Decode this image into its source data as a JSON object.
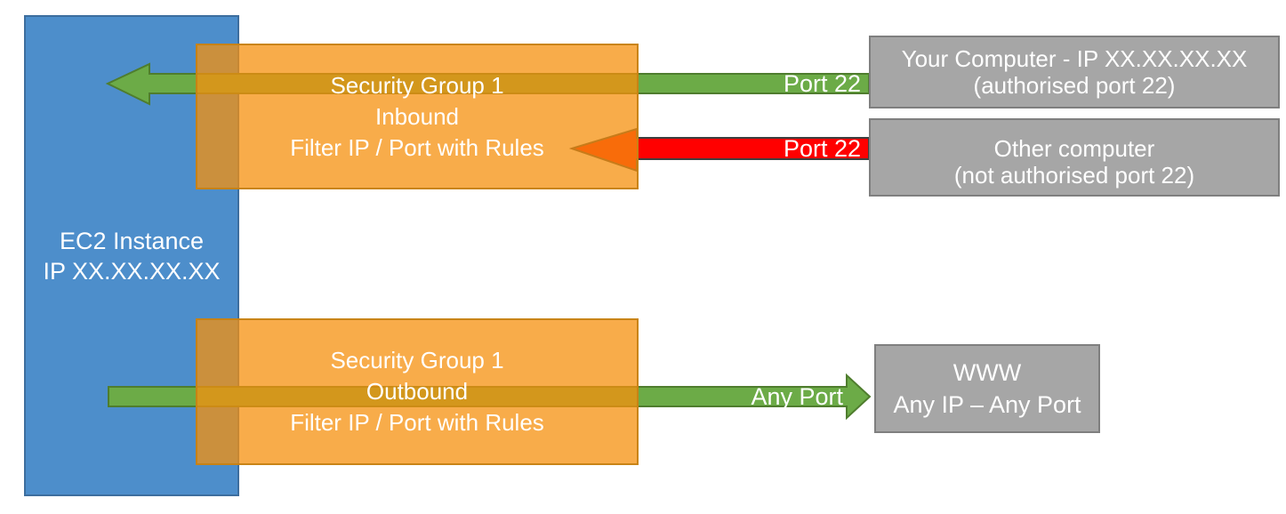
{
  "ec2_box": {
    "line1": "EC2 Instance",
    "line2": "IP XX.XX.XX.XX"
  },
  "inbound_box": {
    "line1": "Security Group 1",
    "line2": "Inbound",
    "line3": "Filter IP / Port with Rules"
  },
  "outbound_box": {
    "line1": "Security Group 1",
    "line2": "Outbound",
    "line3": "Filter IP / Port with Rules"
  },
  "your_computer_box": {
    "line1": "Your Computer - IP XX.XX.XX.XX",
    "line2": "(authorised port 22)"
  },
  "other_computer_box": {
    "line1": "Other computer",
    "line2": "(not authorised port 22)"
  },
  "www_box": {
    "line1": "WWW",
    "line2": "Any IP – Any Port"
  },
  "arrow_labels": {
    "inbound_allowed": "Port 22",
    "inbound_blocked": "Port 22",
    "outbound": "Any Port"
  },
  "colors": {
    "ec2_fill": "#4D8ECB",
    "ec2_border": "#3D6E9E",
    "security_group_fill": "#F69010",
    "security_group_border": "#C68214",
    "allowed_arrow_fill": "#6CAB47",
    "allowed_arrow_border": "#4F7D2E",
    "blocked_arrow_fill": "#FF0000",
    "blocked_arrow_border": "#3F3F3F",
    "external_box_fill": "#A6A6A6",
    "external_box_border": "#7F7F7F",
    "text": "#FFFFFF"
  }
}
